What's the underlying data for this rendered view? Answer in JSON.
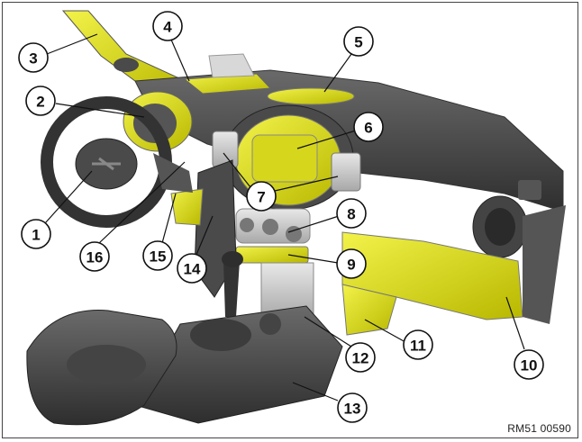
{
  "callouts": [
    {
      "id": "1",
      "label": "1"
    },
    {
      "id": "2",
      "label": "2"
    },
    {
      "id": "3",
      "label": "3"
    },
    {
      "id": "4",
      "label": "4"
    },
    {
      "id": "5",
      "label": "5"
    },
    {
      "id": "6",
      "label": "6"
    },
    {
      "id": "7",
      "label": "7"
    },
    {
      "id": "8",
      "label": "8"
    },
    {
      "id": "9",
      "label": "9"
    },
    {
      "id": "10",
      "label": "10"
    },
    {
      "id": "11",
      "label": "11"
    },
    {
      "id": "12",
      "label": "12"
    },
    {
      "id": "13",
      "label": "13"
    },
    {
      "id": "14",
      "label": "14"
    },
    {
      "id": "15",
      "label": "15"
    },
    {
      "id": "16",
      "label": "16"
    }
  ],
  "reference_code": "RM51 00590",
  "colors": {
    "highlight": "#e6e619",
    "highlight_dark": "#a8a800",
    "trim_dark": "#3a3a3a",
    "trim_mid": "#5a5a5a",
    "trim_light": "#8a8a8a",
    "silver": "#cfcfcf"
  }
}
